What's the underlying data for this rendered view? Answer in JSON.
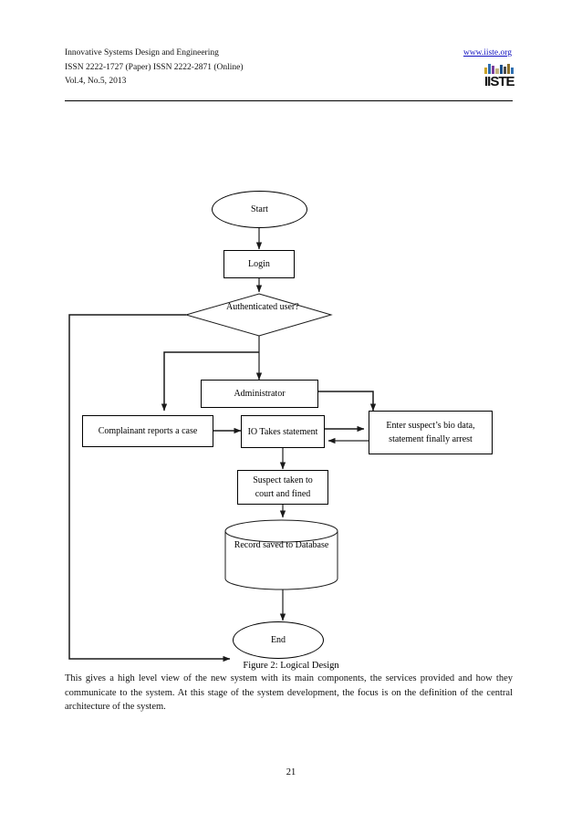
{
  "header": {
    "line1": "Innovative Systems Design and Engineering",
    "line2": "ISSN 2222-1727 (Paper) ISSN 2222-2871 (Online)",
    "line3": "Vol.4, No.5,   2013",
    "url": "www.iiste.org",
    "logo_text": "IISTE",
    "logo_colors": [
      "#c9a227",
      "#2f6fb0",
      "#7a3f9d",
      "#c2b280",
      "#1b4f8a",
      "#4a4a4a",
      "#8b6f2a",
      "#2f6fb0"
    ],
    "link_color": "#1010c0"
  },
  "flowchart": {
    "nodes": {
      "start": "Start",
      "login": "Login",
      "decision_line1": "Authenticated",
      "decision_line2": "user?",
      "administrator": "Administrator",
      "complainant": "Complainant reports a case",
      "io_statement": "IO Takes statement",
      "suspect_bio_line1": "Enter suspect’s bio data,",
      "suspect_bio_line2": "statement finally arrest",
      "court_line1": "Suspect taken to",
      "court_line2": "court and fined",
      "database_line1": "Record saved to",
      "database_line2": "Database",
      "end": "End"
    }
  },
  "caption": "Figure 2: Logical Design",
  "body": "This gives a high level view of the new system with its main components, the services provided and how they communicate to the system. At this stage of the system development, the focus is on the definition of the central architecture of the system.",
  "page_number": "21"
}
